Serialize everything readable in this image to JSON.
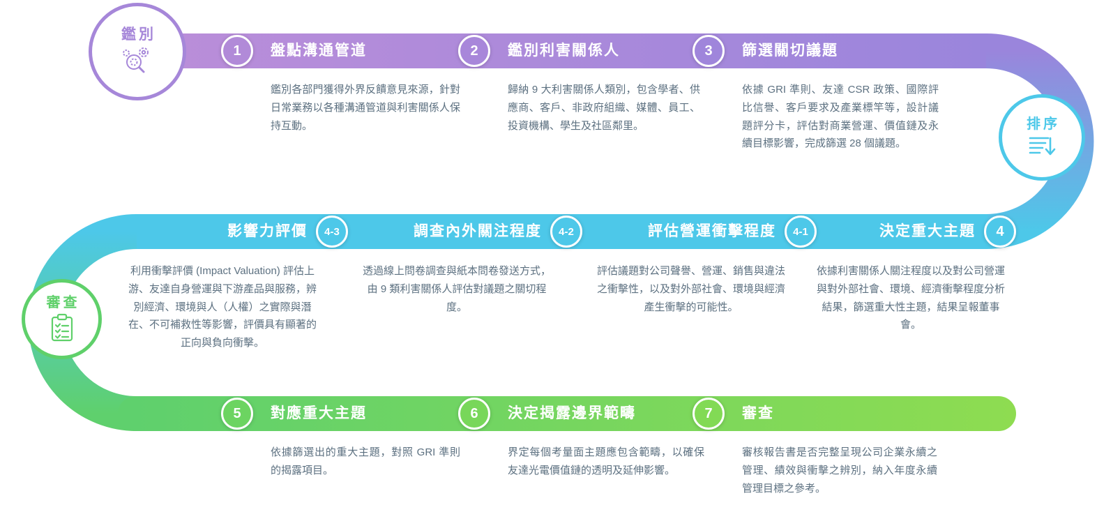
{
  "colors": {
    "purple": "#a687d9",
    "cyan": "#4dc8e9",
    "green": "#5fd06a",
    "text": "#5c7080"
  },
  "badges": {
    "identify": {
      "label": "鑑別"
    },
    "rank": {
      "label": "排序"
    },
    "review": {
      "label": "審查"
    }
  },
  "top_steps": [
    {
      "num": "1",
      "title": "盤點溝通管道",
      "desc": "鑑別各部門獲得外界反饋意見來源，針對日常業務以各種溝通管道與利害關係人保持互動。"
    },
    {
      "num": "2",
      "title": "鑑別利害關係人",
      "desc": "歸納 9 大利害關係人類別，包含學者、供應商、客戶、非政府組織、媒體、員工、投資機構、學生及社區鄰里。"
    },
    {
      "num": "3",
      "title": "篩選關切議題",
      "desc": "依據 GRI 準則、友達 CSR 政策、國際評比信譽、客戶要求及產業標竿等，設計議題評分卡，評估對商業營運、價值鏈及永續目標影響，完成篩選 28 個議題。"
    }
  ],
  "middle_steps": [
    {
      "num": "4-3",
      "title": "影響力評價",
      "desc": "利用衝擊評價 (Impact Valuation) 評估上游、友達自身營運與下游產品與服務，辨別經濟、環境與人（人權）之實際與潛在、不可補救性等影響，評價具有顯著的正向與負向衝擊。"
    },
    {
      "num": "4-2",
      "title": "調查內外關注程度",
      "desc": "透過線上問卷調查與紙本問卷發送方式，由 9 類利害關係人評估對議題之關切程度。"
    },
    {
      "num": "4-1",
      "title": "評估營運衝擊程度",
      "desc": "評估議題對公司聲譽、營運、銷售與違法之衝擊性，以及對外部社會、環境與經濟產生衝擊的可能性。"
    },
    {
      "num": "4",
      "title": "決定重大主題",
      "desc": "依據利害關係人關注程度以及對公司營運與對外部社會、環境、經濟衝擊程度分析結果，篩選重大性主題，結果呈報董事會。"
    }
  ],
  "bottom_steps": [
    {
      "num": "5",
      "title": "對應重大主題",
      "desc": "依據篩選出的重大主題，對照 GRI 準則的揭露項目。"
    },
    {
      "num": "6",
      "title": "決定揭露邊界範疇",
      "desc": "界定每個考量面主題應包含範疇，以確保友達光電價值鏈的透明及延伸影響。"
    },
    {
      "num": "7",
      "title": "審查",
      "desc": "審核報告書是否完整呈現公司企業永續之管理、績效與衝擊之辨別，納入年度永續管理目標之參考。"
    }
  ]
}
